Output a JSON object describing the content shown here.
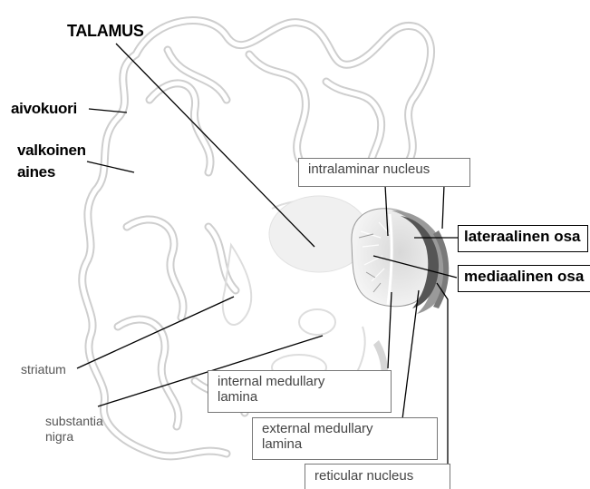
{
  "labels": {
    "talamus": "TALAMUS",
    "aivokuori": "aivokuori",
    "valkoinen_aines_1": "valkoinen",
    "valkoinen_aines_2": "aines",
    "striatum": "striatum",
    "substantia_nigra_1": "substantia",
    "substantia_nigra_2": "nigra"
  },
  "boxes": {
    "intralaminar": "intralaminar nucleus",
    "lateraalinen": "lateraalinen osa",
    "mediaalinen": "mediaalinen osa",
    "internal_1": "internal medullary",
    "internal_2": "lamina",
    "external_1": "external medullary",
    "external_2": "lamina",
    "reticular": "reticular nucleus"
  }
}
